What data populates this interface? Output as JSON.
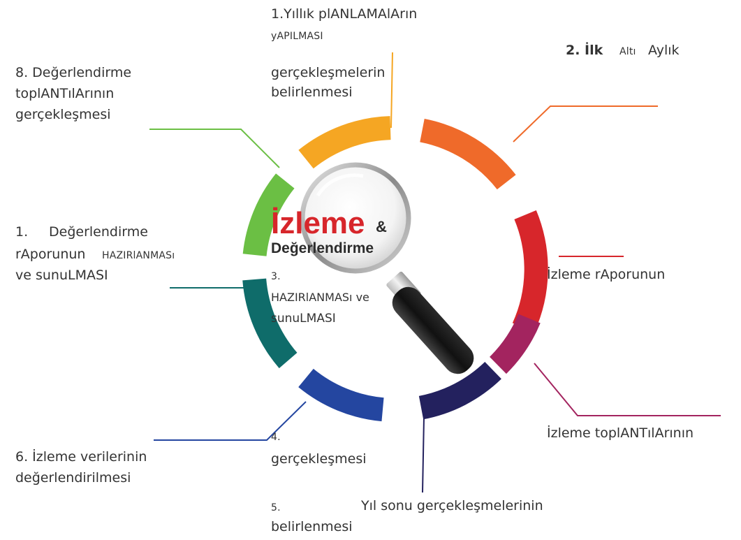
{
  "title": {
    "main": "İzleme",
    "amp": "&",
    "sub": "Değerlendirme"
  },
  "labels": {
    "step1_line1": "1.Yıllık plANLAMAlArın",
    "step1_line2": "yAPILMASI",
    "step1_line3": "gerçekleşmelerin",
    "step1_line4": "belirlenmesi",
    "step2_line1": "2. İlk",
    "step2_line1b": "Altı",
    "step2_line1c": "Aylık",
    "step2_cont1": "İzleme rAporunun",
    "step3_line1": "3.",
    "step3_line2": "HAZIRlANMASı ve",
    "step3_line3": "sunuLMASI",
    "step3_cont1": "İzleme toplANTılArının",
    "step4_line1": "4.",
    "step4_line2": "gerçekleşmesi",
    "step5_line1": "5.",
    "step5_line1b": "Yıl sonu gerçekleşmelerinin",
    "step5_line2": "belirlenmesi",
    "step6_line1": "6. İzleme verilerinin",
    "step6_line2": "değerlendirilmesi",
    "step7_line1": "1.",
    "step7_line1b": "Değerlendirme",
    "step7_line2": "rAporunun",
    "step7_line2b": "HAZIRlANMASı",
    "step7_line3": "ve sunuLMASI",
    "step8_line1": "8. Değerlendirme",
    "step8_line2": "toplANTılArının",
    "step8_line3": "gerçekleşmesi"
  },
  "colors": {
    "seg_yellow": "#f5a623",
    "seg_orange": "#ef6a2a",
    "seg_red": "#d7262b",
    "seg_magenta": "#a3245f",
    "seg_navy": "#23215e",
    "seg_blue": "#2446a0",
    "seg_teal": "#0f6c6a",
    "seg_green": "#6bbf44",
    "title_red": "#d7262b"
  },
  "icons": {
    "center": "magnifying-glass-icon"
  }
}
